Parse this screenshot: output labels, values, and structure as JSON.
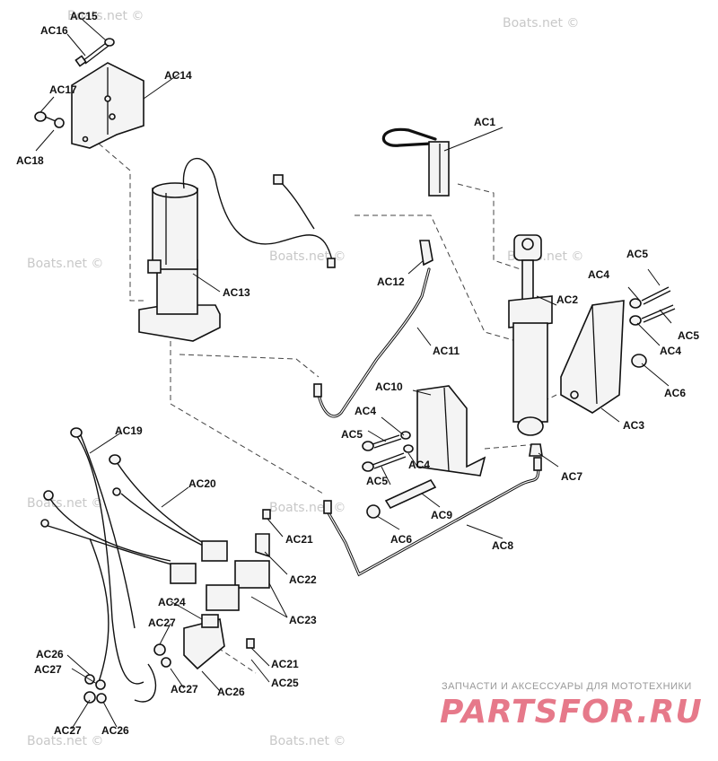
{
  "watermarks": [
    "Boats.net ©",
    "Boats.net ©",
    "Boats.net ©",
    "Boats.net ©",
    "Boats.net ©",
    "Boats.net ©",
    "Boats.net ©",
    "Boats.net ©",
    "Boats.net ©"
  ],
  "brand": {
    "tagline": "ЗАПЧАСТИ И АКСЕССУАРЫ ДЛЯ МОТОТЕХНИКИ",
    "name": "PARTSFOR.RU",
    "color": "#e6798a"
  },
  "labels": {
    "ac1": "AC1",
    "ac2": "AC2",
    "ac3": "AC3",
    "ac4a": "AC4",
    "ac4b": "AC4",
    "ac4c": "AC4",
    "ac4d": "AC4",
    "ac5a": "AC5",
    "ac5b": "AC5",
    "ac5c": "AC5",
    "ac5d": "AC5",
    "ac6a": "AC6",
    "ac6b": "AC6",
    "ac7": "AC7",
    "ac8": "AC8",
    "ac9": "AC9",
    "ac10": "AC10",
    "ac11": "AC11",
    "ac12": "AC12",
    "ac13": "AC13",
    "ac14": "AC14",
    "ac15": "AC15",
    "ac16": "AC16",
    "ac17": "AC17",
    "ac18": "AC18",
    "ac19": "AC19",
    "ac20": "AC20",
    "ac21a": "AC21",
    "ac21b": "AC21",
    "ac22": "AC22",
    "ac23": "AC23",
    "ac24": "AC24",
    "ac25": "AC25",
    "ac26a": "AC26",
    "ac26b": "AC26",
    "ac26c": "AC26",
    "ac27a": "AC27",
    "ac27b": "AC27",
    "ac27c": "AC27",
    "ac27d": "AC27"
  }
}
